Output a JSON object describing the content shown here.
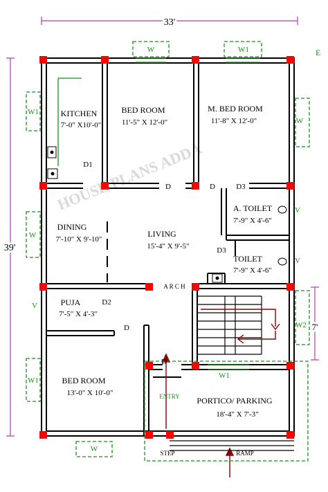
{
  "dimensions": {
    "width": "33'",
    "height": "39'",
    "side": "7'"
  },
  "compass": "E",
  "watermark": "HOUSE PLANS ADDA",
  "rooms": [
    {
      "name": "KITCHEN",
      "size": "7'-0\" X10'-0\""
    },
    {
      "name": "BED ROOM",
      "size": "11'-5\" X 12'-0\""
    },
    {
      "name": "M. BED ROOM",
      "size": "11'-8\" X 12'-0\""
    },
    {
      "name": "A. TOILET",
      "size": "7'-9\" X 4'-6\""
    },
    {
      "name": "TOILET",
      "size": "7'-9\" X 4'-6\""
    },
    {
      "name": "DINING",
      "size": "7'-10\" X 9'-10\""
    },
    {
      "name": "LIVING",
      "size": "15'-4\" X 9'-5\""
    },
    {
      "name": "PUJA",
      "size": "7'-5\" X 4'-3\""
    },
    {
      "name": "BED ROOM",
      "size": "13'-0\" X 10'-0\""
    },
    {
      "name": "PORTICO/ PARKING",
      "size": "18'-4\" X 7'-3\""
    }
  ],
  "door_labels": {
    "d": "D",
    "d1": "D1",
    "d2": "D2",
    "d3": "D3"
  },
  "window_labels": {
    "w": "W",
    "w1": "W1",
    "w2": "W2",
    "v": "V"
  },
  "markers": {
    "arch": "A R C H",
    "entry": "ENTRY",
    "step": "STEP",
    "ramp": "RAMP"
  },
  "colors": {
    "wall": "#000000",
    "column": "#ff0000",
    "window": "#1a8f1a",
    "dimension": "#b03ab0",
    "arrow": "#8b0000"
  }
}
